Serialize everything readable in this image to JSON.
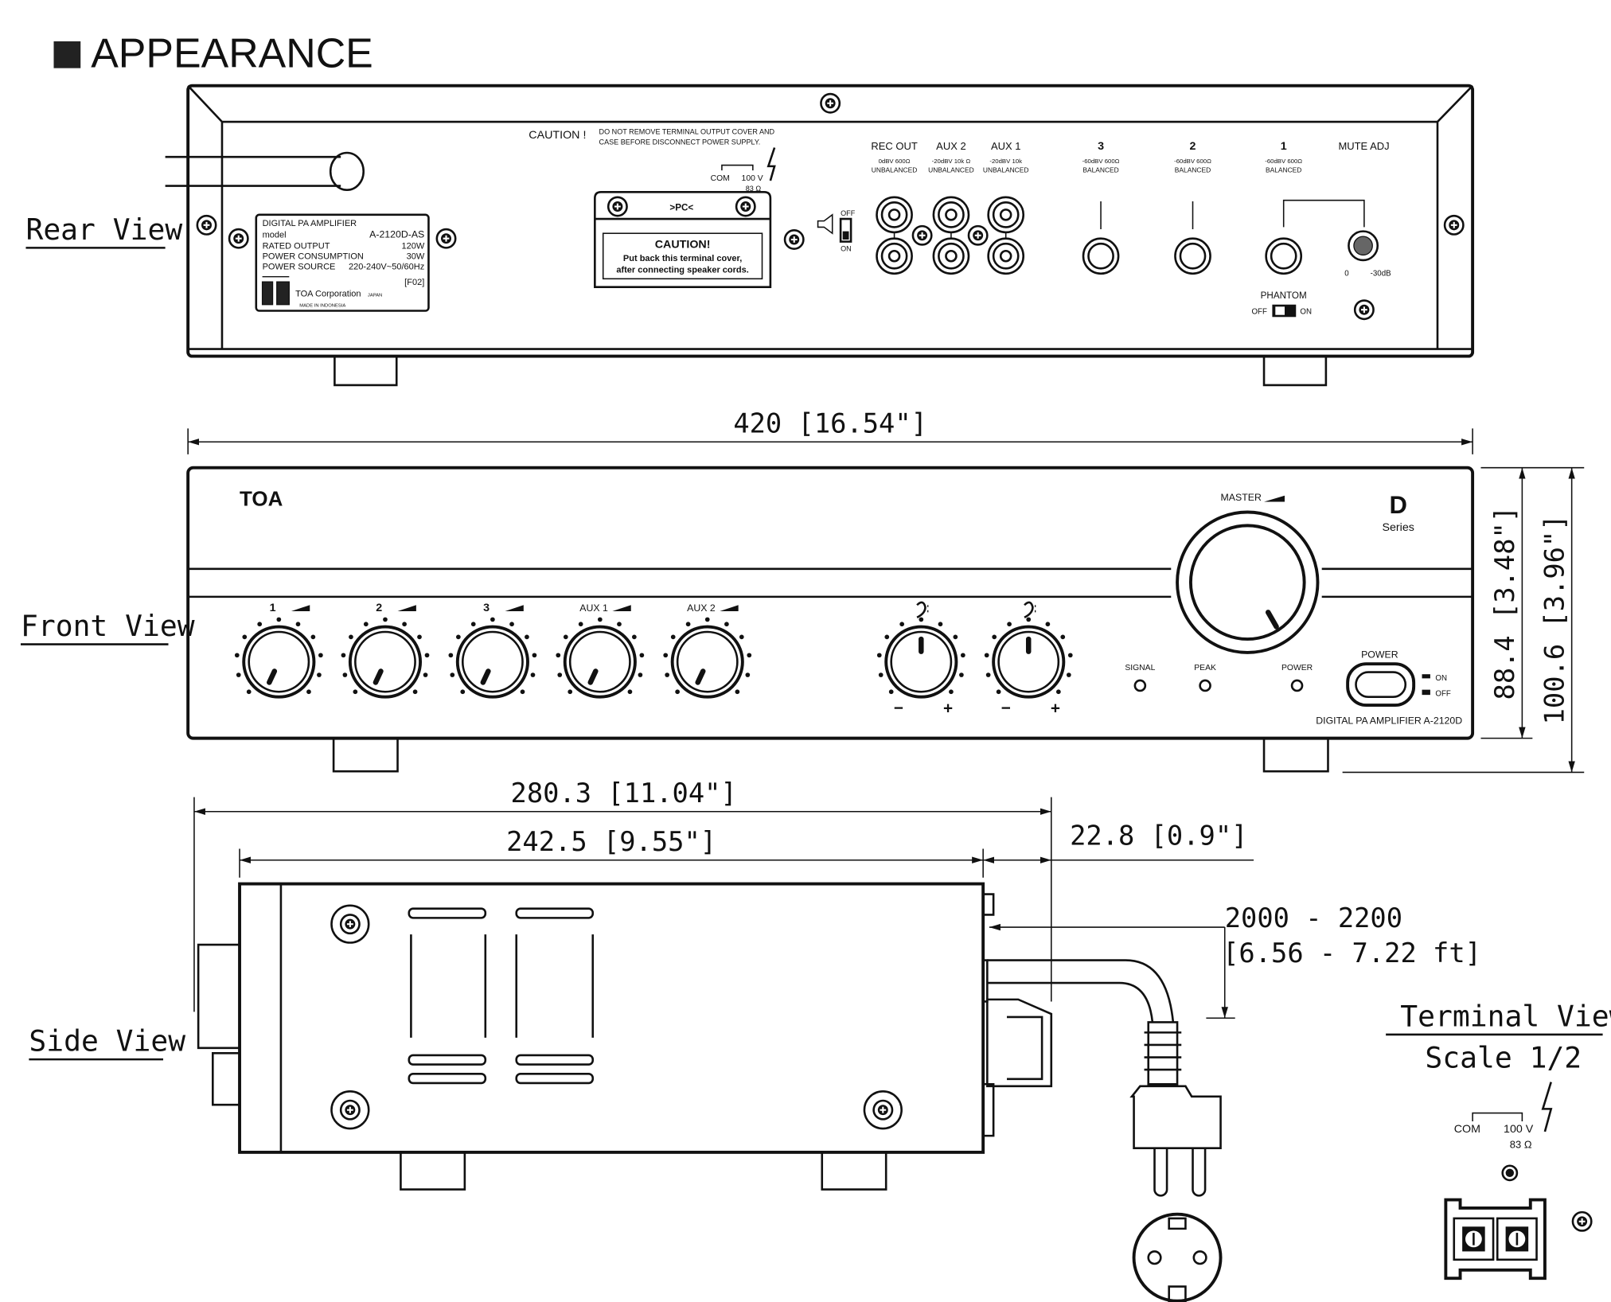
{
  "title": "APPEARANCE",
  "views": {
    "rear": "Rear View",
    "front": "Front View",
    "side": "Side View",
    "terminal": "Terminal View",
    "terminal_scale": "Scale 1/2"
  },
  "rear": {
    "label_plate": {
      "line1": "DIGITAL PA AMPLIFIER",
      "model_label": "model",
      "model_value": "A-2120D-AS",
      "rated_label": "RATED OUTPUT",
      "rated_value": "120W",
      "consumption_label": "POWER CONSUMPTION",
      "consumption_value": "30W",
      "source_label": "POWER SOURCE",
      "source_value": "220-240V~50/60Hz",
      "code": "[F02]",
      "corp": "TOA Corporation",
      "japan": "JAPAN",
      "made_in": "MADE IN INDONESIA"
    },
    "caution_title": "CAUTION !",
    "caution_line1": "DO NOT REMOVE TERMINAL OUTPUT COVER AND",
    "caution_line2": "CASE BEFORE DISCONNECT POWER SUPPLY.",
    "terminal_com": "COM",
    "terminal_100v": "100 V",
    "terminal_ohm": "83 Ω",
    "cover_mark": ">PC<",
    "cover_caution": "CAUTION!",
    "cover_line1": "Put back this terminal cover,",
    "cover_line2": "after connecting speaker cords.",
    "switch_off": "OFF",
    "switch_on": "ON",
    "inputs": [
      {
        "name": "REC OUT",
        "spec": "0dBV 600Ω",
        "type": "UNBALANCED"
      },
      {
        "name": "AUX 2",
        "spec": "-20dBV 10k Ω",
        "type": "UNBALANCED"
      },
      {
        "name": "AUX 1",
        "spec": "-20dBV 10k",
        "type": "UNBALANCED"
      },
      {
        "name": "3",
        "spec": "-60dBV 600Ω",
        "type": "BALANCED"
      },
      {
        "name": "2",
        "spec": "-60dBV 600Ω",
        "type": "BALANCED"
      },
      {
        "name": "1",
        "spec": "-60dBV 600Ω",
        "type": "BALANCED"
      }
    ],
    "mute_adj": "MUTE ADJ",
    "mute_min": "0",
    "mute_max": "-30dB",
    "phantom": "PHANTOM",
    "phantom_off": "OFF",
    "phantom_on": "ON"
  },
  "front": {
    "brand": "TOA",
    "master": "MASTER",
    "series_letter": "D",
    "series": "Series",
    "channels": [
      "1",
      "2",
      "3",
      "AUX 1",
      "AUX 2"
    ],
    "minus": "−",
    "plus": "+",
    "signal": "SIGNAL",
    "peak": "PEAK",
    "power_led": "POWER",
    "power_button": "POWER",
    "power_on": "ON",
    "power_off": "OFF",
    "model": "DIGITAL PA AMPLIFIER A-2120D"
  },
  "dimensions": {
    "width": "420 [16.54\"]",
    "height_body": "88.4 [3.48\"]",
    "height_total": "100.6 [3.96\"]",
    "depth_total": "280.3 [11.04\"]",
    "depth_body": "242.5 [9.55\"]",
    "depth_front": "22.8 [0.9\"]",
    "cord_mm": "2000 - 2200",
    "cord_ft": "[6.56 - 7.22 ft]"
  },
  "terminal_view": {
    "com": "COM",
    "v100": "100 V",
    "ohm": "83 Ω"
  }
}
